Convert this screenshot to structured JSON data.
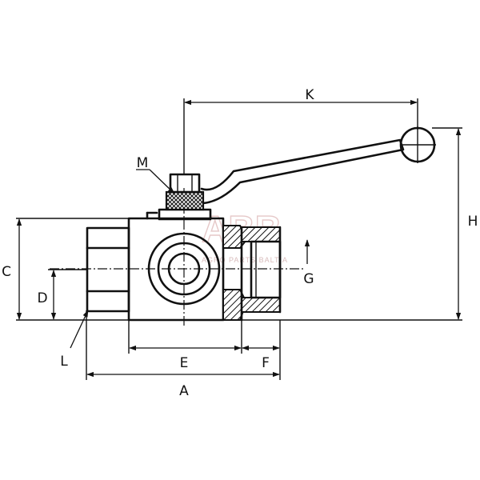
{
  "watermark": {
    "logo": "ABB",
    "tagline": "AGRO PARTS BALTIA"
  },
  "labels": {
    "A": "A",
    "C": "C",
    "D": "D",
    "E": "E",
    "F": "F",
    "G": "G",
    "H": "H",
    "K": "K",
    "L": "L",
    "M": "M"
  }
}
